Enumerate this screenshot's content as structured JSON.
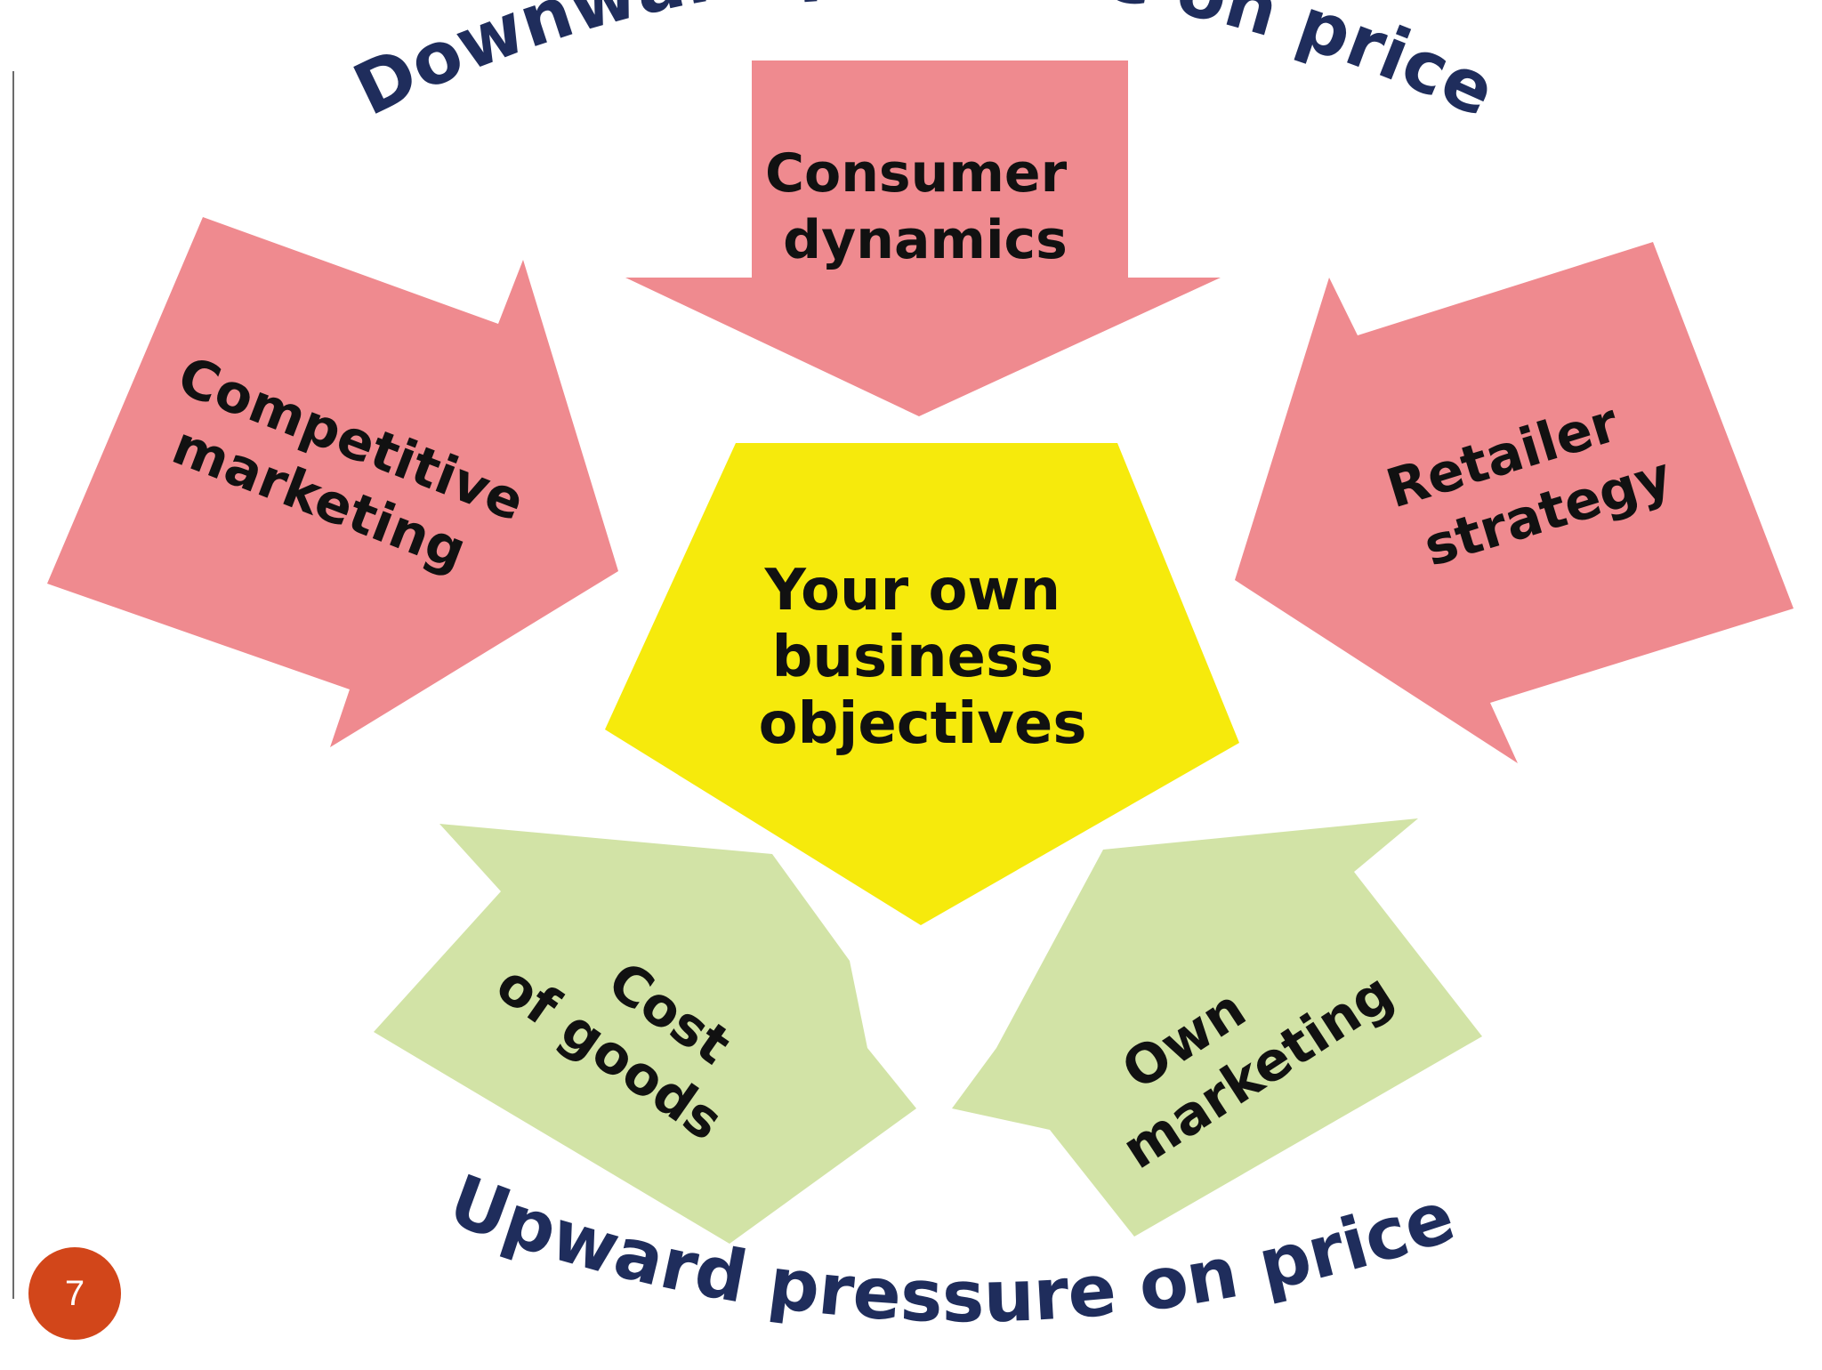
{
  "diagram": {
    "top_caption": "Downward pressure on price",
    "bottom_caption": "Upward pressure on price",
    "center": {
      "lines": [
        "Your own",
        "business",
        "objectives"
      ]
    },
    "down_forces": [
      {
        "id": "consumer",
        "lines": [
          "Consumer",
          "dynamics"
        ]
      },
      {
        "id": "competitive",
        "lines": [
          "Competitive",
          "marketing"
        ]
      },
      {
        "id": "retailer",
        "lines": [
          "Retailer",
          "strategy"
        ]
      }
    ],
    "up_forces": [
      {
        "id": "cost",
        "lines": [
          "Cost",
          "of goods"
        ]
      },
      {
        "id": "own",
        "lines": [
          "Own",
          "marketing"
        ]
      }
    ]
  },
  "colors": {
    "down_arrow": "#ef8a8f",
    "up_arrow": "#d2e3a6",
    "center": "#f6ea0c",
    "caption": "#1f2d5c",
    "slide_number_bg": "#d2461a"
  },
  "slide": {
    "number": "7"
  }
}
